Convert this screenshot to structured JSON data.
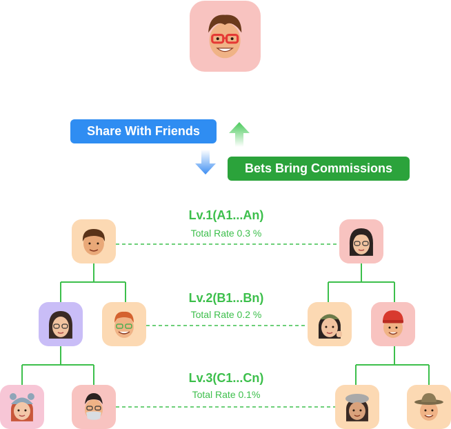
{
  "top": {
    "avatar": "memoji-man-red-glasses-icon"
  },
  "share_label": "Share With Friends",
  "commission_label": "Bets Bring Commissions",
  "colors": {
    "line_green": "#3cbf4b",
    "pill_blue": "#2f8df2",
    "pill_green": "#2ba33b",
    "tile_peach": "#fcd9b3",
    "tile_pink": "#f8c3c0",
    "tile_purple": "#c9bdf7",
    "tile_rose": "#f7c6d6"
  },
  "levels": [
    {
      "title": "Lv.1(A1...An)",
      "rate": "Total Rate 0.3 %"
    },
    {
      "title": "Lv.2(B1...Bn)",
      "rate": "Total Rate 0.2 %"
    },
    {
      "title": "Lv.3(C1...Cn)",
      "rate": "Total Rate 0.1%"
    }
  ],
  "nodes": {
    "a_left": "memoji-brown-hair-icon",
    "a_right": "memoji-woman-glasses-icon",
    "b_left_1": "memoji-woman-glasses-icon",
    "b_left_2": "memoji-man-green-glasses-icon",
    "b_right_1": "memoji-woman-cap-thumbs-up-icon",
    "b_right_2": "memoji-man-red-beanie-icon",
    "c_left_1": "memoji-girl-bear-hat-icon",
    "c_left_2": "memoji-man-mask-icon",
    "c_right_1": "memoji-woman-beret-icon",
    "c_right_2": "memoji-man-safari-hat-icon"
  }
}
